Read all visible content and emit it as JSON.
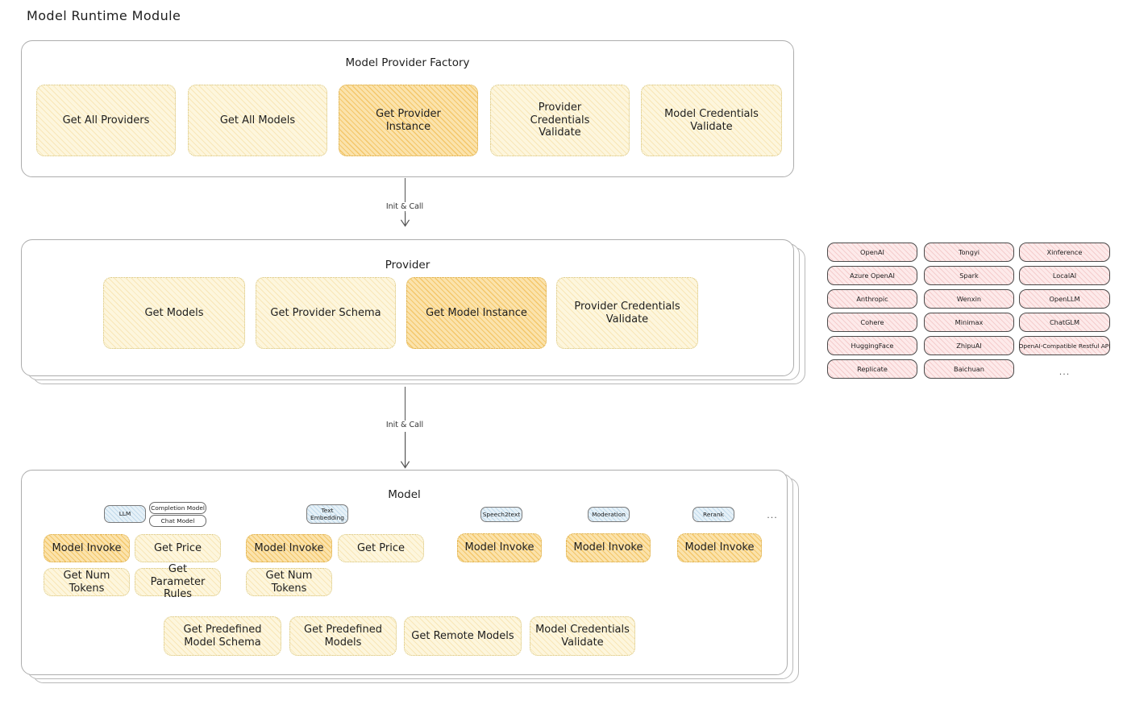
{
  "page": {
    "title": "Model Runtime Module"
  },
  "factory": {
    "title": "Model Provider Factory",
    "nodes": [
      {
        "label": "Get All Providers",
        "highlighted": false
      },
      {
        "label": "Get All Models",
        "highlighted": false
      },
      {
        "label": "Get Provider Instance",
        "highlighted": true
      },
      {
        "label": "Provider Credentials Validate",
        "highlighted": false
      },
      {
        "label": "Model Credentials Validate",
        "highlighted": false
      }
    ]
  },
  "arrows": {
    "factory_to_provider": "Init & Call",
    "provider_to_model": "Init & Call"
  },
  "provider": {
    "title": "Provider",
    "nodes": [
      {
        "label": "Get Models",
        "highlighted": false
      },
      {
        "label": "Get Provider Schema",
        "highlighted": false
      },
      {
        "label": "Get Model Instance",
        "highlighted": true
      },
      {
        "label": "Provider Credentials Validate",
        "highlighted": false
      }
    ]
  },
  "provider_list": {
    "columns": [
      [
        "OpenAI",
        "Azure OpenAI",
        "Anthropic",
        "Cohere",
        "HuggingFace",
        "Replicate"
      ],
      [
        "Tongyi",
        "Spark",
        "Wenxin",
        "Minimax",
        "ZhipuAI",
        "Baichuan"
      ],
      [
        "Xinference",
        "LocalAI",
        "OpenLLM",
        "ChatGLM",
        "OpenAI-Compatible Restful API"
      ]
    ],
    "more_indicator": "..."
  },
  "model": {
    "title": "Model",
    "more_indicator": "...",
    "types": [
      {
        "tag": "LLM",
        "subtags": [
          "Completion Model",
          "Chat Model"
        ],
        "nodes": [
          {
            "label": "Model Invoke",
            "highlighted": true
          },
          {
            "label": "Get Price",
            "highlighted": false
          },
          {
            "label": "Get Num Tokens",
            "highlighted": false
          },
          {
            "label": "Get Parameter Rules",
            "highlighted": false
          }
        ]
      },
      {
        "tag": "Text Embedding",
        "subtags": [],
        "nodes": [
          {
            "label": "Model Invoke",
            "highlighted": true
          },
          {
            "label": "Get Price",
            "highlighted": false
          },
          {
            "label": "Get Num Tokens",
            "highlighted": false
          }
        ]
      },
      {
        "tag": "Speech2text",
        "subtags": [],
        "nodes": [
          {
            "label": "Model Invoke",
            "highlighted": true
          }
        ]
      },
      {
        "tag": "Moderation",
        "subtags": [],
        "nodes": [
          {
            "label": "Model Invoke",
            "highlighted": true
          }
        ]
      },
      {
        "tag": "Rerank",
        "subtags": [],
        "nodes": [
          {
            "label": "Model Invoke",
            "highlighted": true
          }
        ]
      }
    ],
    "common_nodes": [
      {
        "label": "Get Predefined Model Schema"
      },
      {
        "label": "Get Predefined Models"
      },
      {
        "label": "Get Remote Models"
      },
      {
        "label": "Model Credentials Validate"
      }
    ]
  }
}
